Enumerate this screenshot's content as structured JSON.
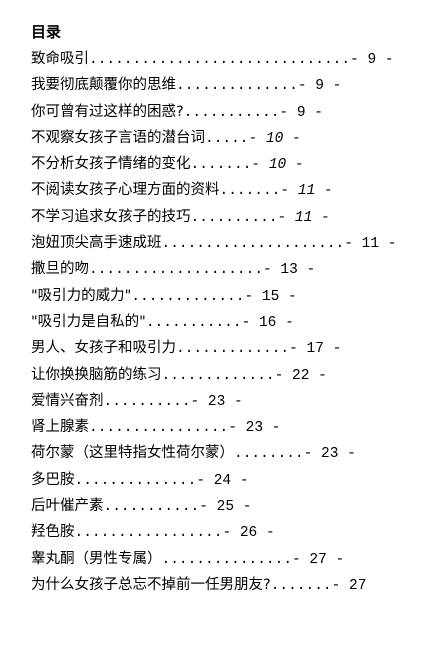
{
  "toc": {
    "title": "目录",
    "entries": [
      {
        "text": "致命吸引",
        "leader": "..............................",
        "page": "- 9 -",
        "italic": false
      },
      {
        "text": "我要彻底颠覆你的思维",
        "leader": "..............",
        "page": "- 9 -",
        "italic": false
      },
      {
        "text": "你可曾有过这样的困惑?",
        "leader": "...........",
        "page": "- 9 -",
        "italic": false
      },
      {
        "text": "不观察女孩子言语的潜台词",
        "leader": ".....",
        "page": "- 10 -",
        "italic": true
      },
      {
        "text": "不分析女孩子情绪的变化",
        "leader": ".......",
        "page": "- 10 -",
        "italic": true
      },
      {
        "text": "不阅读女孩子心理方面的资料",
        "leader": ".......",
        "page": "- 11 -",
        "italic": true
      },
      {
        "text": "不学习追求女孩子的技巧",
        "leader": "..........",
        "page": "- 11 -",
        "italic": true
      },
      {
        "text": "泡妞顶尖高手速成班",
        "leader": ".....................",
        "page": "- 11 -",
        "italic": false
      },
      {
        "text": "撒旦的吻",
        "leader": "....................",
        "page": "- 13 -",
        "italic": false
      },
      {
        "text": "\"吸引力的威力\"",
        "leader": ".............",
        "page": "- 15 -",
        "italic": false
      },
      {
        "text": "\"吸引力是自私的\"",
        "leader": "...........",
        "page": "- 16 -",
        "italic": false
      },
      {
        "text": "男人、女孩子和吸引力",
        "leader": ".............",
        "page": "- 17 -",
        "italic": false
      },
      {
        "text": "让你换换脑筋的练习",
        "leader": ".............",
        "page": "- 22 -",
        "italic": false
      },
      {
        "text": "爱情兴奋剂",
        "leader": "..........",
        "page": "- 23 -",
        "italic": false
      },
      {
        "text": "肾上腺素",
        "leader": "................",
        "page": "- 23 -",
        "italic": false
      },
      {
        "text": "荷尔蒙（这里特指女性荷尔蒙）",
        "leader": "........",
        "page": "- 23 -",
        "italic": false
      },
      {
        "text": "多巴胺",
        "leader": "..............",
        "page": "- 24 -",
        "italic": false
      },
      {
        "text": "后叶催产素",
        "leader": "...........",
        "page": "- 25 -",
        "italic": false
      },
      {
        "text": "羟色胺",
        "leader": ".................",
        "page": "- 26 -",
        "italic": false
      },
      {
        "text": "睾丸酮（男性专属）",
        "leader": "...............",
        "page": "- 27 -",
        "italic": false
      },
      {
        "text": "为什么女孩子总忘不掉前一任男朋友?",
        "leader": ".......",
        "page": "- 27",
        "italic": false
      }
    ]
  }
}
